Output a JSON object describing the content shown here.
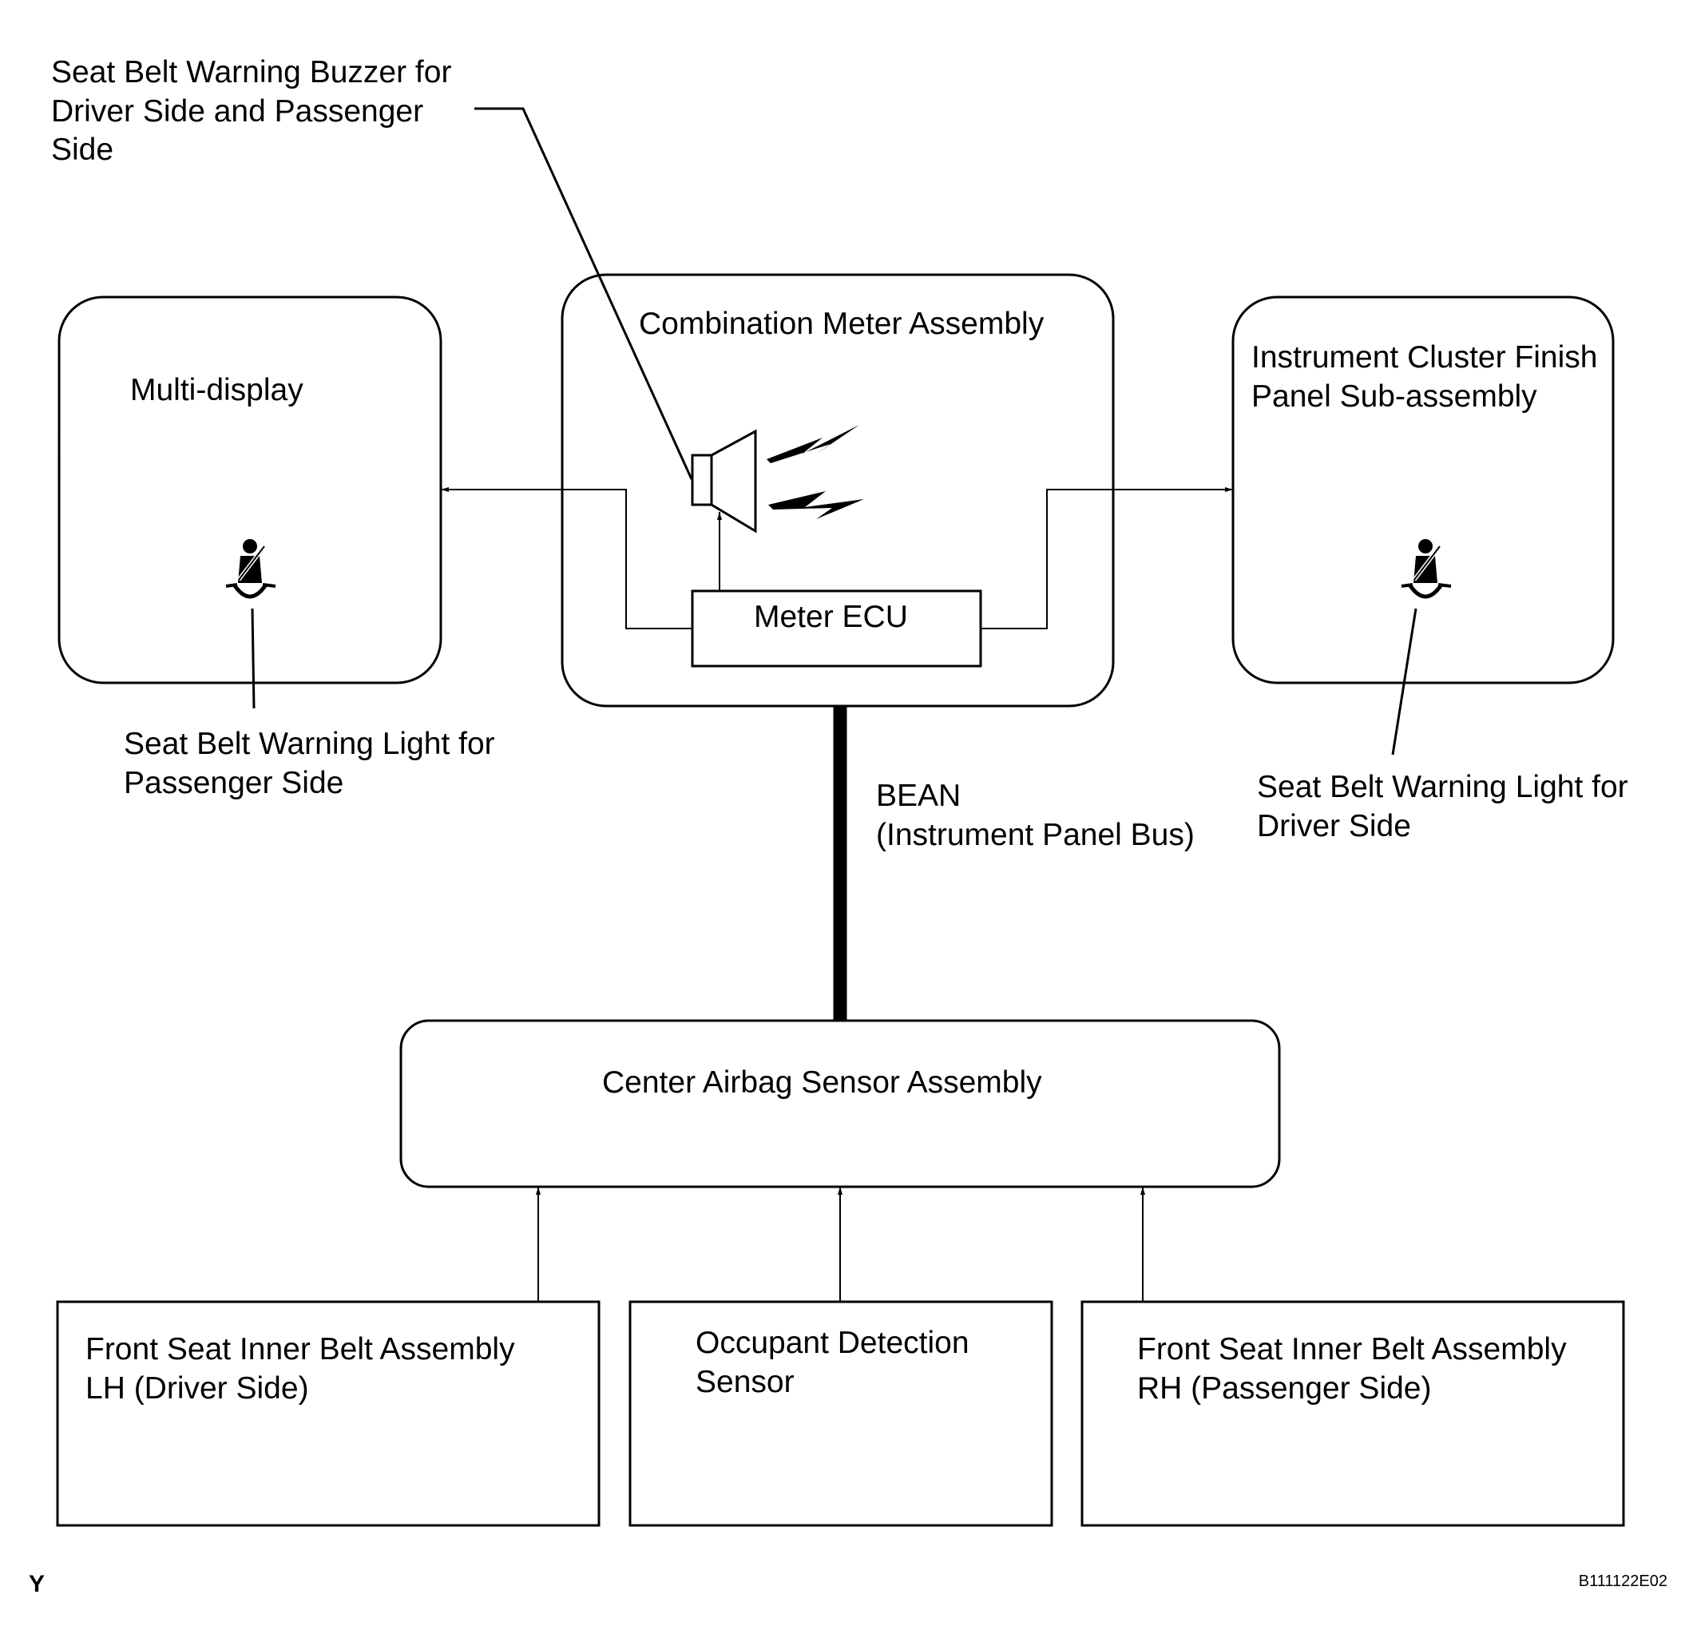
{
  "labels": {
    "buzzer": [
      "Seat Belt Warning Buzzer for",
      "Driver Side and Passenger",
      "Side"
    ],
    "combination_meter": "Combination Meter Assembly",
    "multi_display": "Multi-display",
    "instrument_cluster": [
      "Instrument Cluster Finish",
      "Panel Sub-assembly"
    ],
    "meter_ecu": "Meter ECU",
    "light_passenger": [
      "Seat Belt Warning Light for",
      "Passenger Side"
    ],
    "light_driver": [
      "Seat Belt Warning Light for",
      "Driver Side"
    ],
    "bean": [
      "BEAN",
      "(Instrument Panel Bus)"
    ],
    "center_airbag": "Center Airbag Sensor Assembly",
    "belt_lh": [
      "Front Seat Inner Belt Assembly",
      "LH (Driver Side)"
    ],
    "occupant": [
      "Occupant Detection",
      "Sensor"
    ],
    "belt_rh": [
      "Front Seat Inner Belt Assembly",
      "RH (Passenger Side)"
    ]
  },
  "corner_left": "Y",
  "corner_right": "B111122E02",
  "icons": [
    "speaker-icon",
    "sound-wave-icon",
    "seat-belt-icon"
  ]
}
